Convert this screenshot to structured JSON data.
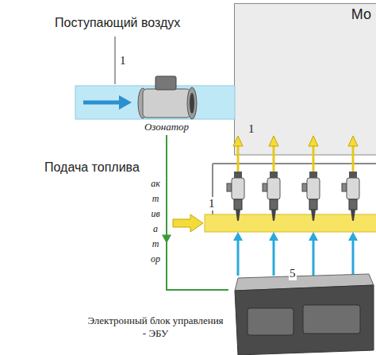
{
  "diagram": {
    "nodes": [
      {
        "text": [
          "Мо",
          "1"
        ]
      },
      {
        "text": [
          "Озонатор"
        ]
      },
      {
        "text": [
          "Электронный блок управления - ЭБУ"
        ]
      }
    ],
    "edges": [
      {
        "from": 1,
        "to": 2,
        "arrow": "to",
        "label": "активатор"
      }
    ],
    "labels": [
      "Поступающий воздух",
      "1",
      "Подача топлива",
      "1",
      "5"
    ]
  }
}
